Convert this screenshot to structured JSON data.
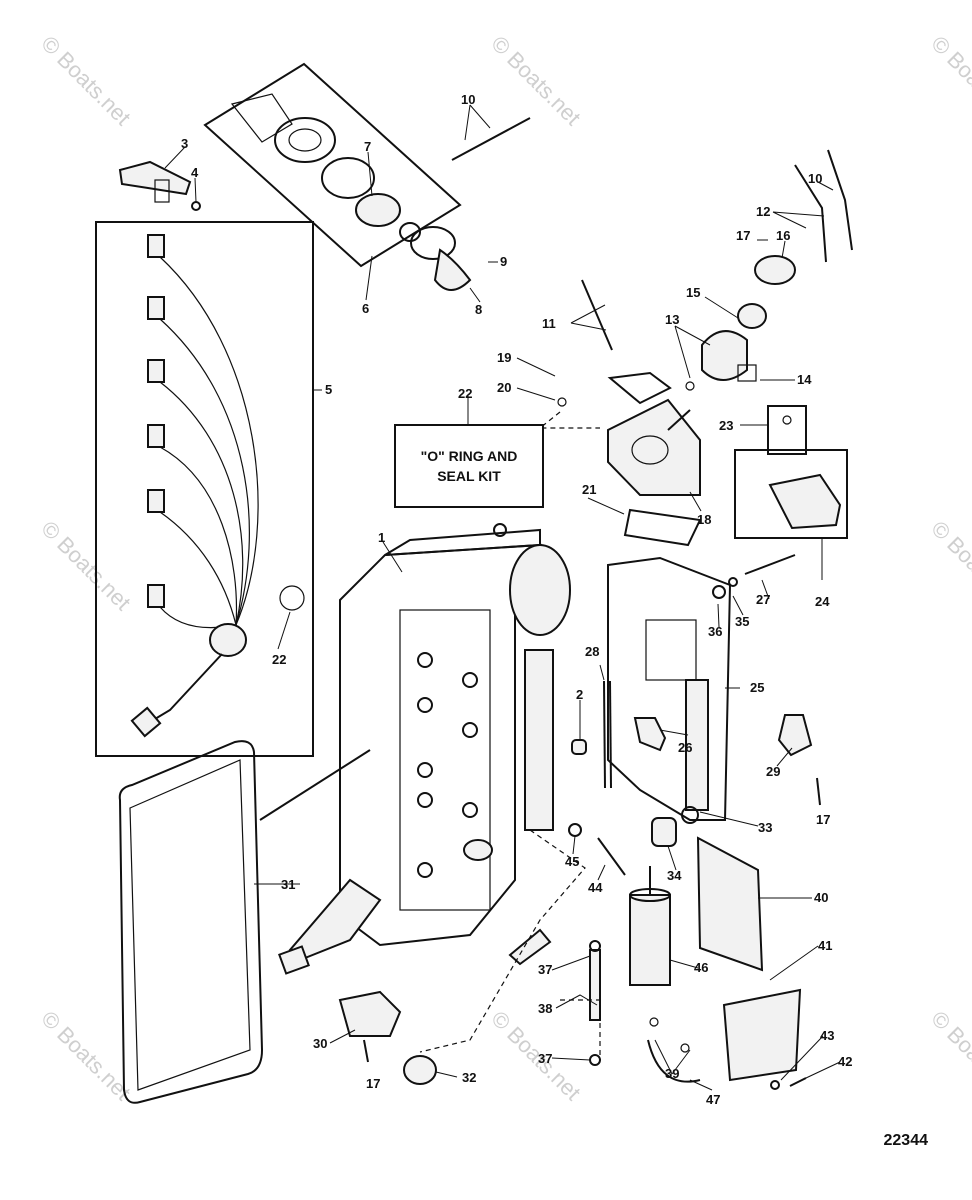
{
  "watermark": "© Boats.net",
  "kit_box_text": "\"O\" RING AND\nSEAL KIT",
  "figure_number": "22344",
  "callouts": [
    {
      "id": "c1",
      "label": "1"
    },
    {
      "id": "c2",
      "label": "2"
    },
    {
      "id": "c3",
      "label": "3"
    },
    {
      "id": "c4",
      "label": "4"
    },
    {
      "id": "c5",
      "label": "5"
    },
    {
      "id": "c6",
      "label": "6"
    },
    {
      "id": "c7",
      "label": "7"
    },
    {
      "id": "c8",
      "label": "8"
    },
    {
      "id": "c9",
      "label": "9"
    },
    {
      "id": "c10a",
      "label": "10"
    },
    {
      "id": "c10b",
      "label": "10"
    },
    {
      "id": "c11",
      "label": "11"
    },
    {
      "id": "c12",
      "label": "12"
    },
    {
      "id": "c13",
      "label": "13"
    },
    {
      "id": "c14",
      "label": "14"
    },
    {
      "id": "c15",
      "label": "15"
    },
    {
      "id": "c16",
      "label": "16"
    },
    {
      "id": "c17a",
      "label": "17"
    },
    {
      "id": "c17b",
      "label": "17"
    },
    {
      "id": "c17c",
      "label": "17"
    },
    {
      "id": "c18",
      "label": "18"
    },
    {
      "id": "c19",
      "label": "19"
    },
    {
      "id": "c20",
      "label": "20"
    },
    {
      "id": "c21",
      "label": "21"
    },
    {
      "id": "c22a",
      "label": "22"
    },
    {
      "id": "c22b",
      "label": "22"
    },
    {
      "id": "c23",
      "label": "23"
    },
    {
      "id": "c24",
      "label": "24"
    },
    {
      "id": "c25",
      "label": "25"
    },
    {
      "id": "c26",
      "label": "26"
    },
    {
      "id": "c27",
      "label": "27"
    },
    {
      "id": "c28",
      "label": "28"
    },
    {
      "id": "c29",
      "label": "29"
    },
    {
      "id": "c30",
      "label": "30"
    },
    {
      "id": "c31",
      "label": "31"
    },
    {
      "id": "c32",
      "label": "32"
    },
    {
      "id": "c33",
      "label": "33"
    },
    {
      "id": "c34",
      "label": "34"
    },
    {
      "id": "c35",
      "label": "35"
    },
    {
      "id": "c36",
      "label": "36"
    },
    {
      "id": "c37a",
      "label": "37"
    },
    {
      "id": "c37b",
      "label": "37"
    },
    {
      "id": "c38",
      "label": "38"
    },
    {
      "id": "c39",
      "label": "39"
    },
    {
      "id": "c40",
      "label": "40"
    },
    {
      "id": "c41",
      "label": "41"
    },
    {
      "id": "c42",
      "label": "42"
    },
    {
      "id": "c43",
      "label": "43"
    },
    {
      "id": "c44",
      "label": "44"
    },
    {
      "id": "c45",
      "label": "45"
    },
    {
      "id": "c46",
      "label": "46"
    },
    {
      "id": "c47",
      "label": "47"
    }
  ]
}
